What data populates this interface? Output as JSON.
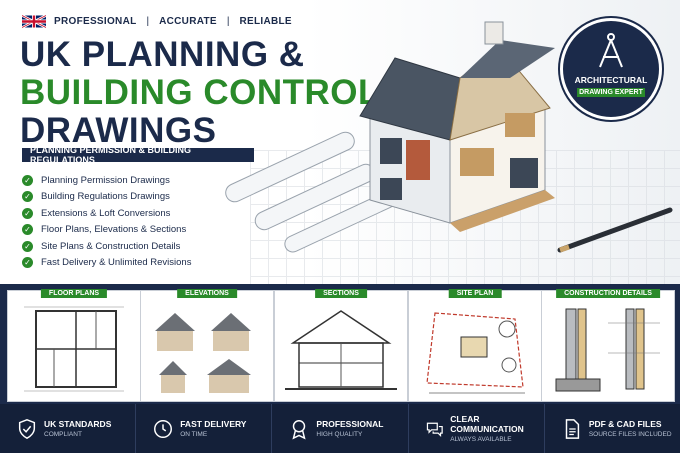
{
  "header": {
    "tags": [
      "PROFESSIONAL",
      "ACCURATE",
      "RELIABLE"
    ],
    "title_line1": "UK PLANNING &",
    "title_line2": "BUILDING CONTROL",
    "title_line3": "DRAWINGS",
    "band": "PLANNING PERMISSION & BUILDING REGULATIONS"
  },
  "checklist": [
    "Planning Permission Drawings",
    "Building Regulations Drawings",
    "Extensions & Loft Conversions",
    "Floor Plans, Elevations & Sections",
    "Site Plans & Construction Details",
    "Fast Delivery & Unlimited Revisions"
  ],
  "badge": {
    "line1": "ARCHITECTURAL",
    "line2": "DRAWING EXPERT"
  },
  "panels": [
    "FLOOR PLANS",
    "ELEVATIONS",
    "SECTIONS",
    "SITE PLAN",
    "CONSTRUCTION DETAILS"
  ],
  "features": [
    {
      "title": "UK STANDARDS",
      "sub": "COMPLIANT",
      "icon": "shield-check-icon"
    },
    {
      "title": "FAST DELIVERY",
      "sub": "ON TIME",
      "icon": "clock-icon"
    },
    {
      "title": "PROFESSIONAL",
      "sub": "HIGH QUALITY",
      "icon": "award-icon"
    },
    {
      "title": "CLEAR COMMUNICATION",
      "sub": "ALWAYS AVAILABLE",
      "icon": "chat-icon"
    },
    {
      "title": "PDF & CAD FILES",
      "sub": "SOURCE FILES INCLUDED",
      "icon": "document-icon"
    }
  ],
  "colors": {
    "navy": "#1b2a4a",
    "green": "#2a8a2a",
    "footer": "#142039"
  }
}
